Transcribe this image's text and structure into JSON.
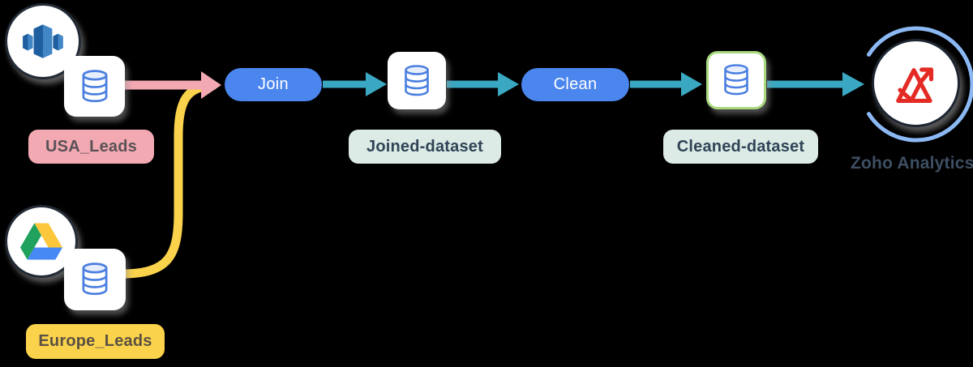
{
  "diagram": {
    "type": "data-pipeline-flow",
    "background_color": "#000000",
    "sources": [
      {
        "connector_icon": "amazon-redshift-icon",
        "dataset_icon": "database-icon",
        "label": "USA_Leads",
        "badge_color": "#f3a9b2",
        "flow_color": "#f3a9b2"
      },
      {
        "connector_icon": "google-drive-icon",
        "dataset_icon": "database-icon",
        "label": "Europe_Leads",
        "badge_color": "#fbd24b",
        "flow_color": "#fbd24b"
      }
    ],
    "transforms": [
      {
        "label": "Join",
        "pill_color": "#4b86ee",
        "text_color": "#ffffff"
      },
      {
        "label": "Clean",
        "pill_color": "#4b86ee",
        "text_color": "#ffffff"
      }
    ],
    "datasets": [
      {
        "label": "Joined-dataset",
        "dataset_icon": "database-icon",
        "badge_color": "#dcebe6"
      },
      {
        "label": "Cleaned-dataset",
        "dataset_icon": "database-icon",
        "badge_color": "#dcebe6",
        "card_border_color": "#a8d97e"
      }
    ],
    "destination": {
      "label": "Zoho Analytics",
      "icon": "zoho-analytics-icon",
      "ring_color": "#8cb9f4",
      "logo_color": "#e42a24"
    },
    "flow_arrow_color": "#3aa8c2",
    "database_icon_color": "#4b7fe0"
  }
}
